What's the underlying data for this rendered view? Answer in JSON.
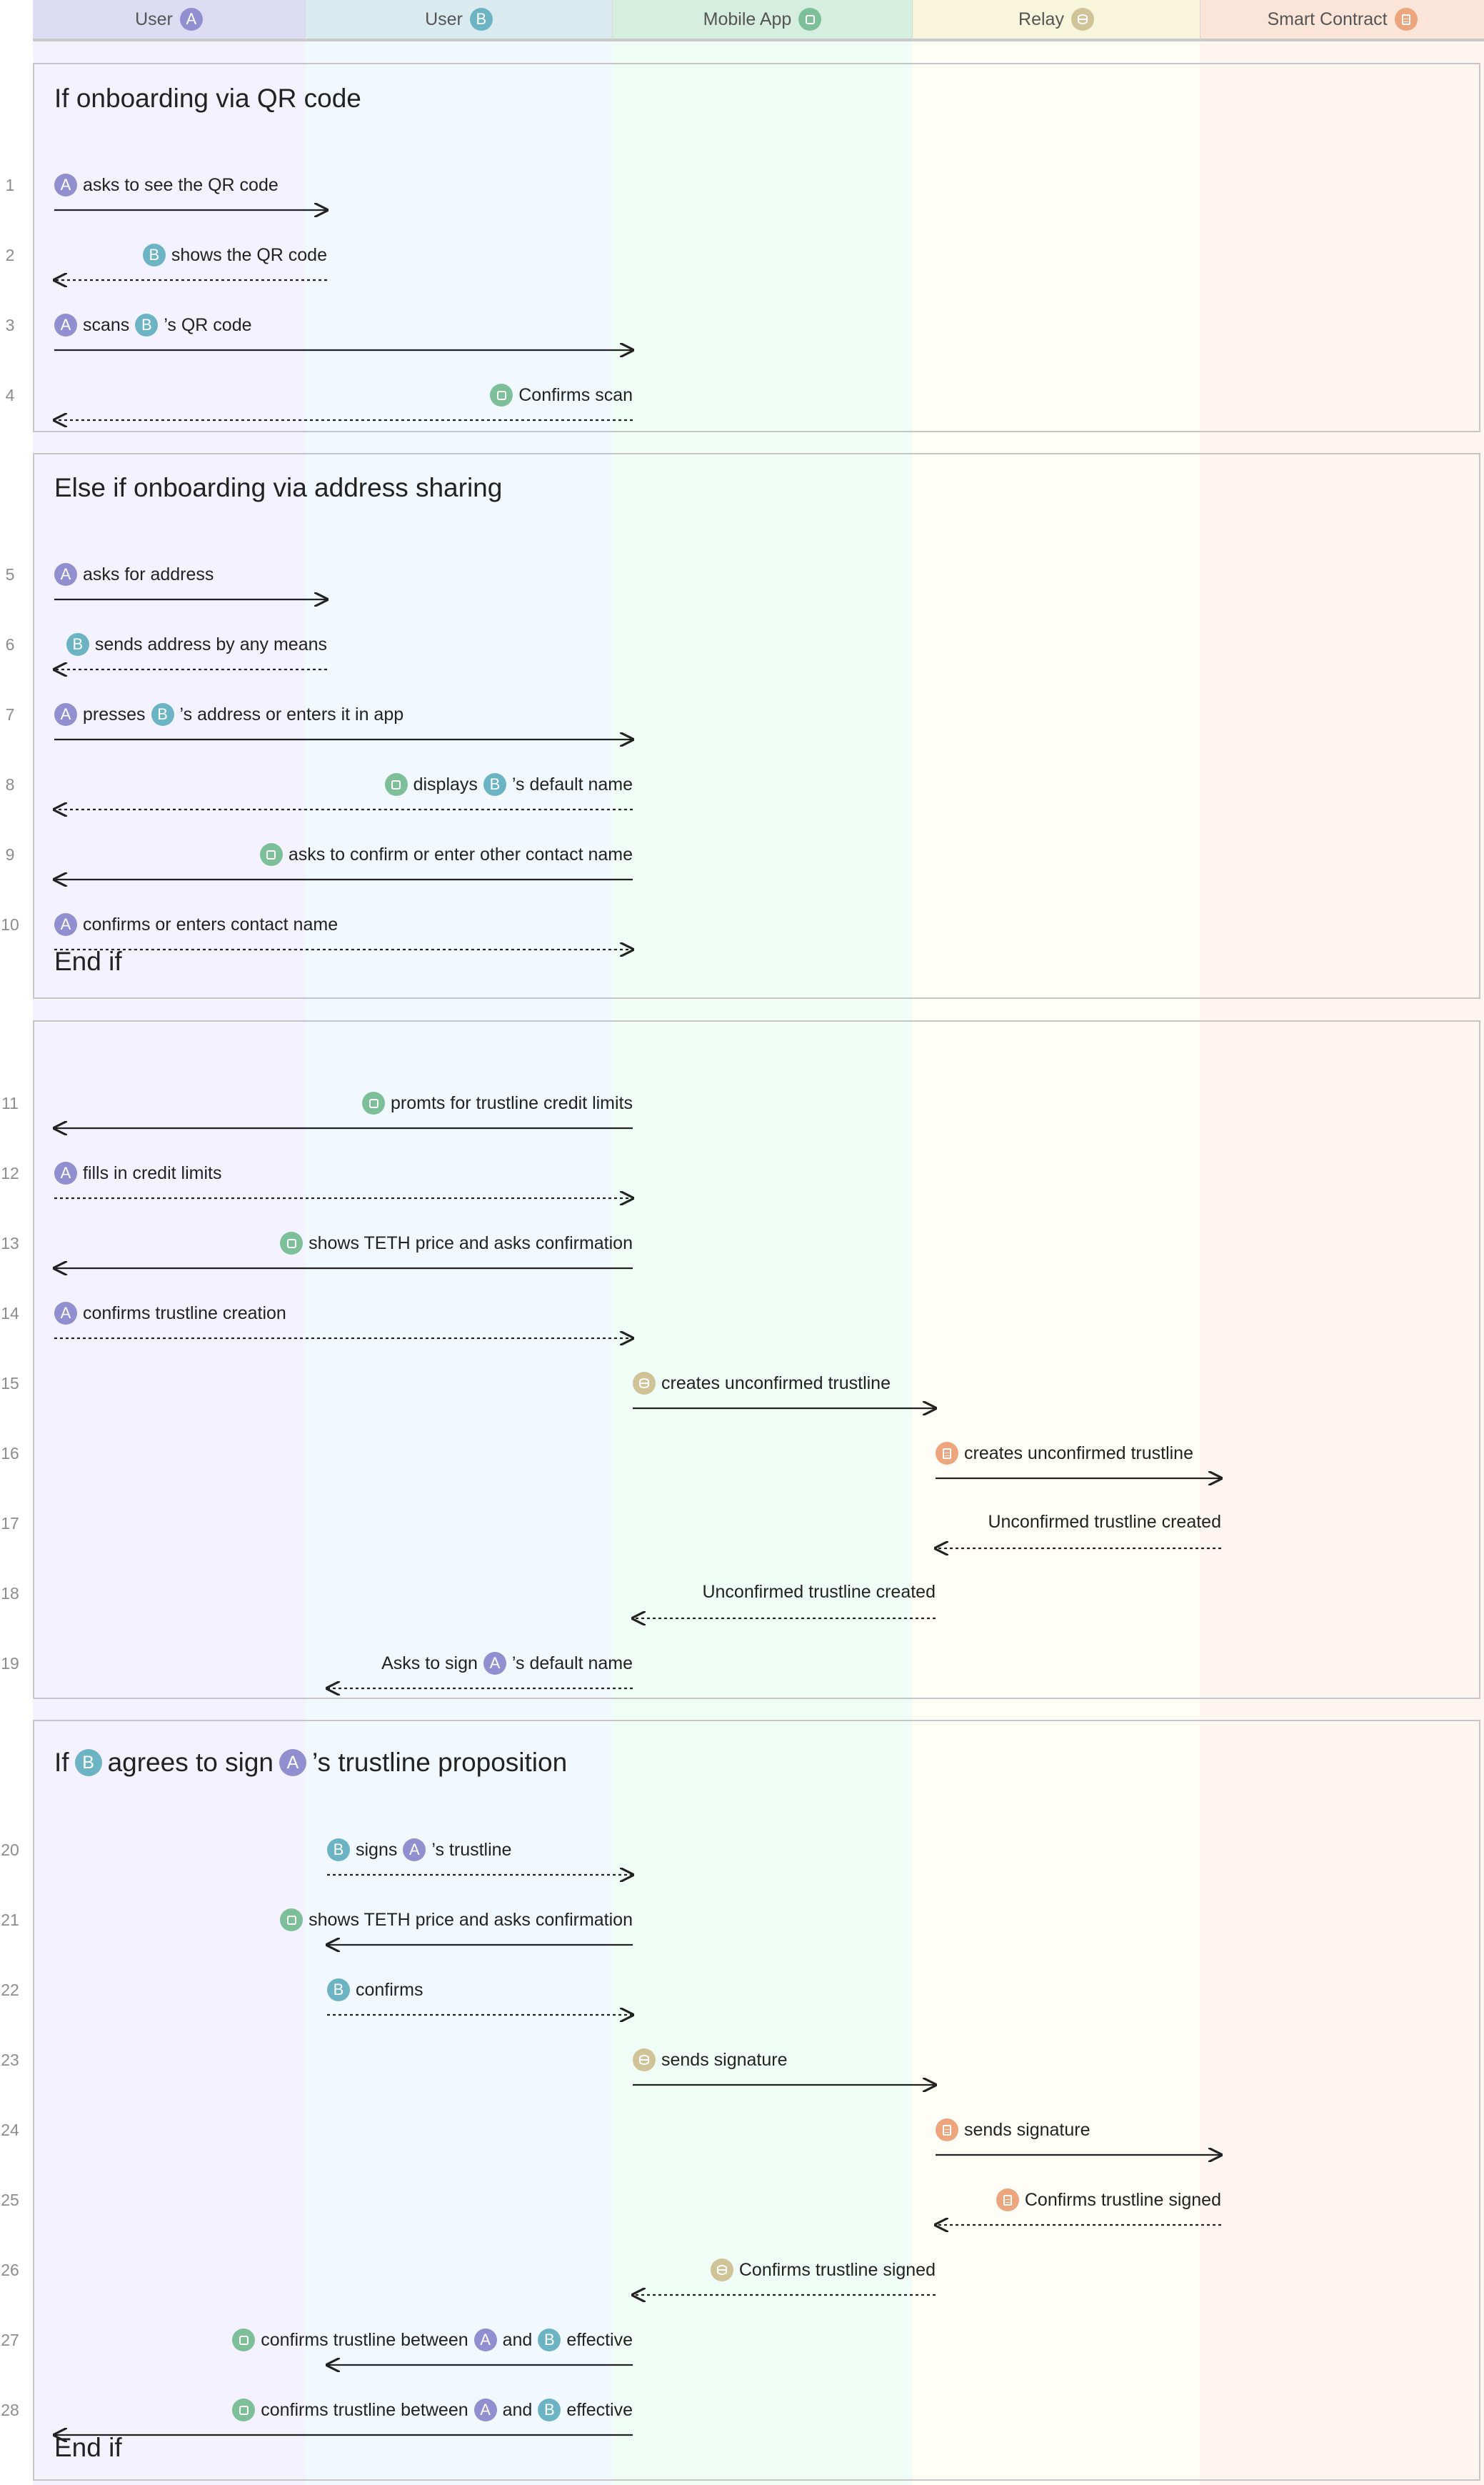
{
  "participants": [
    {
      "label": "User",
      "badge": "A",
      "kind": "a"
    },
    {
      "label": "User",
      "badge": "B",
      "kind": "b"
    },
    {
      "label": "Mobile App",
      "icon": "mobile-app-icon",
      "kind": "app"
    },
    {
      "label": "Relay",
      "icon": "relay-icon",
      "kind": "relay"
    },
    {
      "label": "Smart Contract",
      "icon": "smart-contract-icon",
      "kind": "sc"
    }
  ],
  "lane_colors": [
    "#f3f2fe",
    "#f1f8fe",
    "#effdf6",
    "#fefef7",
    "#fef5f0"
  ],
  "header_colors": [
    "#dcdcf2",
    "#d9ebee",
    "#d5eee0",
    "#f8f5dd",
    "#fbe5d9"
  ],
  "sections": [
    {
      "title": [
        {
          "t": "If onboarding via QR code"
        }
      ],
      "end": ""
    },
    {
      "title": [
        {
          "t": "Else if onboarding via address sharing"
        }
      ],
      "end": "End if"
    },
    {
      "title": [],
      "end": ""
    },
    {
      "title": [
        {
          "t": "If "
        },
        {
          "b": "B"
        },
        {
          "t": " agrees to sign "
        },
        {
          "b": "A"
        },
        {
          "t": "’s trustline proposition"
        }
      ],
      "end": "End if"
    }
  ],
  "messages": [
    {
      "n": "1",
      "from": 0,
      "to": 1,
      "style": "solid",
      "text": [
        {
          "b": "A"
        },
        {
          "t": "asks to see the QR code"
        }
      ]
    },
    {
      "n": "2",
      "from": 1,
      "to": 0,
      "style": "dotted",
      "text": [
        {
          "b": "B"
        },
        {
          "t": "shows the QR code"
        }
      ]
    },
    {
      "n": "3",
      "from": 0,
      "to": 2,
      "style": "solid",
      "text": [
        {
          "b": "A"
        },
        {
          "t": "scans"
        },
        {
          "b": "B"
        },
        {
          "t": "’s QR code"
        }
      ]
    },
    {
      "n": "4",
      "from": 2,
      "to": 0,
      "style": "dotted",
      "text": [
        {
          "b": "APP"
        },
        {
          "t": "Confirms scan"
        }
      ]
    },
    {
      "n": "5",
      "from": 0,
      "to": 1,
      "style": "solid",
      "text": [
        {
          "b": "A"
        },
        {
          "t": "asks for address"
        }
      ]
    },
    {
      "n": "6",
      "from": 1,
      "to": 0,
      "style": "dotted",
      "text": [
        {
          "b": "B"
        },
        {
          "t": "sends address by any means"
        }
      ]
    },
    {
      "n": "7",
      "from": 0,
      "to": 2,
      "style": "solid",
      "text": [
        {
          "b": "A"
        },
        {
          "t": "presses"
        },
        {
          "b": "B"
        },
        {
          "t": "’s address or enters it in app"
        }
      ]
    },
    {
      "n": "8",
      "from": 2,
      "to": 0,
      "style": "dotted",
      "text": [
        {
          "b": "APP"
        },
        {
          "t": "displays"
        },
        {
          "b": "B"
        },
        {
          "t": "’s default name"
        }
      ]
    },
    {
      "n": "9",
      "from": 2,
      "to": 0,
      "style": "solid",
      "text": [
        {
          "b": "APP"
        },
        {
          "t": "asks to confirm or enter other contact name"
        }
      ]
    },
    {
      "n": "10",
      "from": 0,
      "to": 2,
      "style": "dotted",
      "text": [
        {
          "b": "A"
        },
        {
          "t": "confirms or enters contact name"
        }
      ]
    },
    {
      "n": "11",
      "from": 2,
      "to": 0,
      "style": "solid",
      "text": [
        {
          "b": "APP"
        },
        {
          "t": "promts for trustline credit limits"
        }
      ]
    },
    {
      "n": "12",
      "from": 0,
      "to": 2,
      "style": "dotted",
      "text": [
        {
          "b": "A"
        },
        {
          "t": "fills in credit limits"
        }
      ]
    },
    {
      "n": "13",
      "from": 2,
      "to": 0,
      "style": "solid",
      "text": [
        {
          "b": "APP"
        },
        {
          "t": "shows TETH price and asks confirmation"
        }
      ]
    },
    {
      "n": "14",
      "from": 0,
      "to": 2,
      "style": "dotted",
      "text": [
        {
          "b": "A"
        },
        {
          "t": "confirms trustline creation"
        }
      ]
    },
    {
      "n": "15",
      "from": 2,
      "to": 3,
      "style": "solid",
      "text": [
        {
          "b": "RELAY"
        },
        {
          "t": "creates unconfirmed trustline"
        }
      ]
    },
    {
      "n": "16",
      "from": 3,
      "to": 4,
      "style": "solid",
      "text": [
        {
          "b": "SC"
        },
        {
          "t": "creates unconfirmed trustline"
        }
      ]
    },
    {
      "n": "17",
      "from": 4,
      "to": 3,
      "style": "dotted",
      "text": [
        {
          "t": "Unconfirmed trustline created"
        }
      ]
    },
    {
      "n": "18",
      "from": 3,
      "to": 2,
      "style": "dotted",
      "text": [
        {
          "t": "Unconfirmed trustline created"
        }
      ]
    },
    {
      "n": "19",
      "from": 2,
      "to": 1,
      "style": "dotted",
      "text": [
        {
          "t": "Asks to sign"
        },
        {
          "b": "A"
        },
        {
          "t": "’s default name"
        }
      ]
    },
    {
      "n": "20",
      "from": 1,
      "to": 2,
      "style": "dotted",
      "text": [
        {
          "b": "B"
        },
        {
          "t": "signs"
        },
        {
          "b": "A"
        },
        {
          "t": "’s trustline"
        }
      ]
    },
    {
      "n": "21",
      "from": 2,
      "to": 1,
      "style": "solid",
      "text": [
        {
          "b": "APP"
        },
        {
          "t": "shows TETH price and asks confirmation"
        }
      ]
    },
    {
      "n": "22",
      "from": 1,
      "to": 2,
      "style": "dotted",
      "text": [
        {
          "b": "B"
        },
        {
          "t": "confirms"
        }
      ]
    },
    {
      "n": "23",
      "from": 2,
      "to": 3,
      "style": "solid",
      "text": [
        {
          "b": "RELAY"
        },
        {
          "t": "sends signature"
        }
      ]
    },
    {
      "n": "24",
      "from": 3,
      "to": 4,
      "style": "solid",
      "text": [
        {
          "b": "SC"
        },
        {
          "t": "sends signature"
        }
      ]
    },
    {
      "n": "25",
      "from": 4,
      "to": 3,
      "style": "dotted",
      "text": [
        {
          "b": "SC"
        },
        {
          "t": "Confirms trustline signed"
        }
      ]
    },
    {
      "n": "26",
      "from": 3,
      "to": 2,
      "style": "dotted",
      "text": [
        {
          "b": "RELAY"
        },
        {
          "t": "Confirms trustline signed"
        }
      ]
    },
    {
      "n": "27",
      "from": 2,
      "to": 1,
      "style": "solid",
      "text": [
        {
          "b": "APP"
        },
        {
          "t": "confirms trustline between"
        },
        {
          "b": "A"
        },
        {
          "t": "and"
        },
        {
          "b": "B"
        },
        {
          "t": "effective"
        }
      ]
    },
    {
      "n": "28",
      "from": 2,
      "to": 0,
      "style": "solid",
      "text": [
        {
          "b": "APP"
        },
        {
          "t": "confirms trustline between"
        },
        {
          "b": "A"
        },
        {
          "t": "and"
        },
        {
          "b": "B"
        },
        {
          "t": "effective"
        }
      ]
    }
  ]
}
